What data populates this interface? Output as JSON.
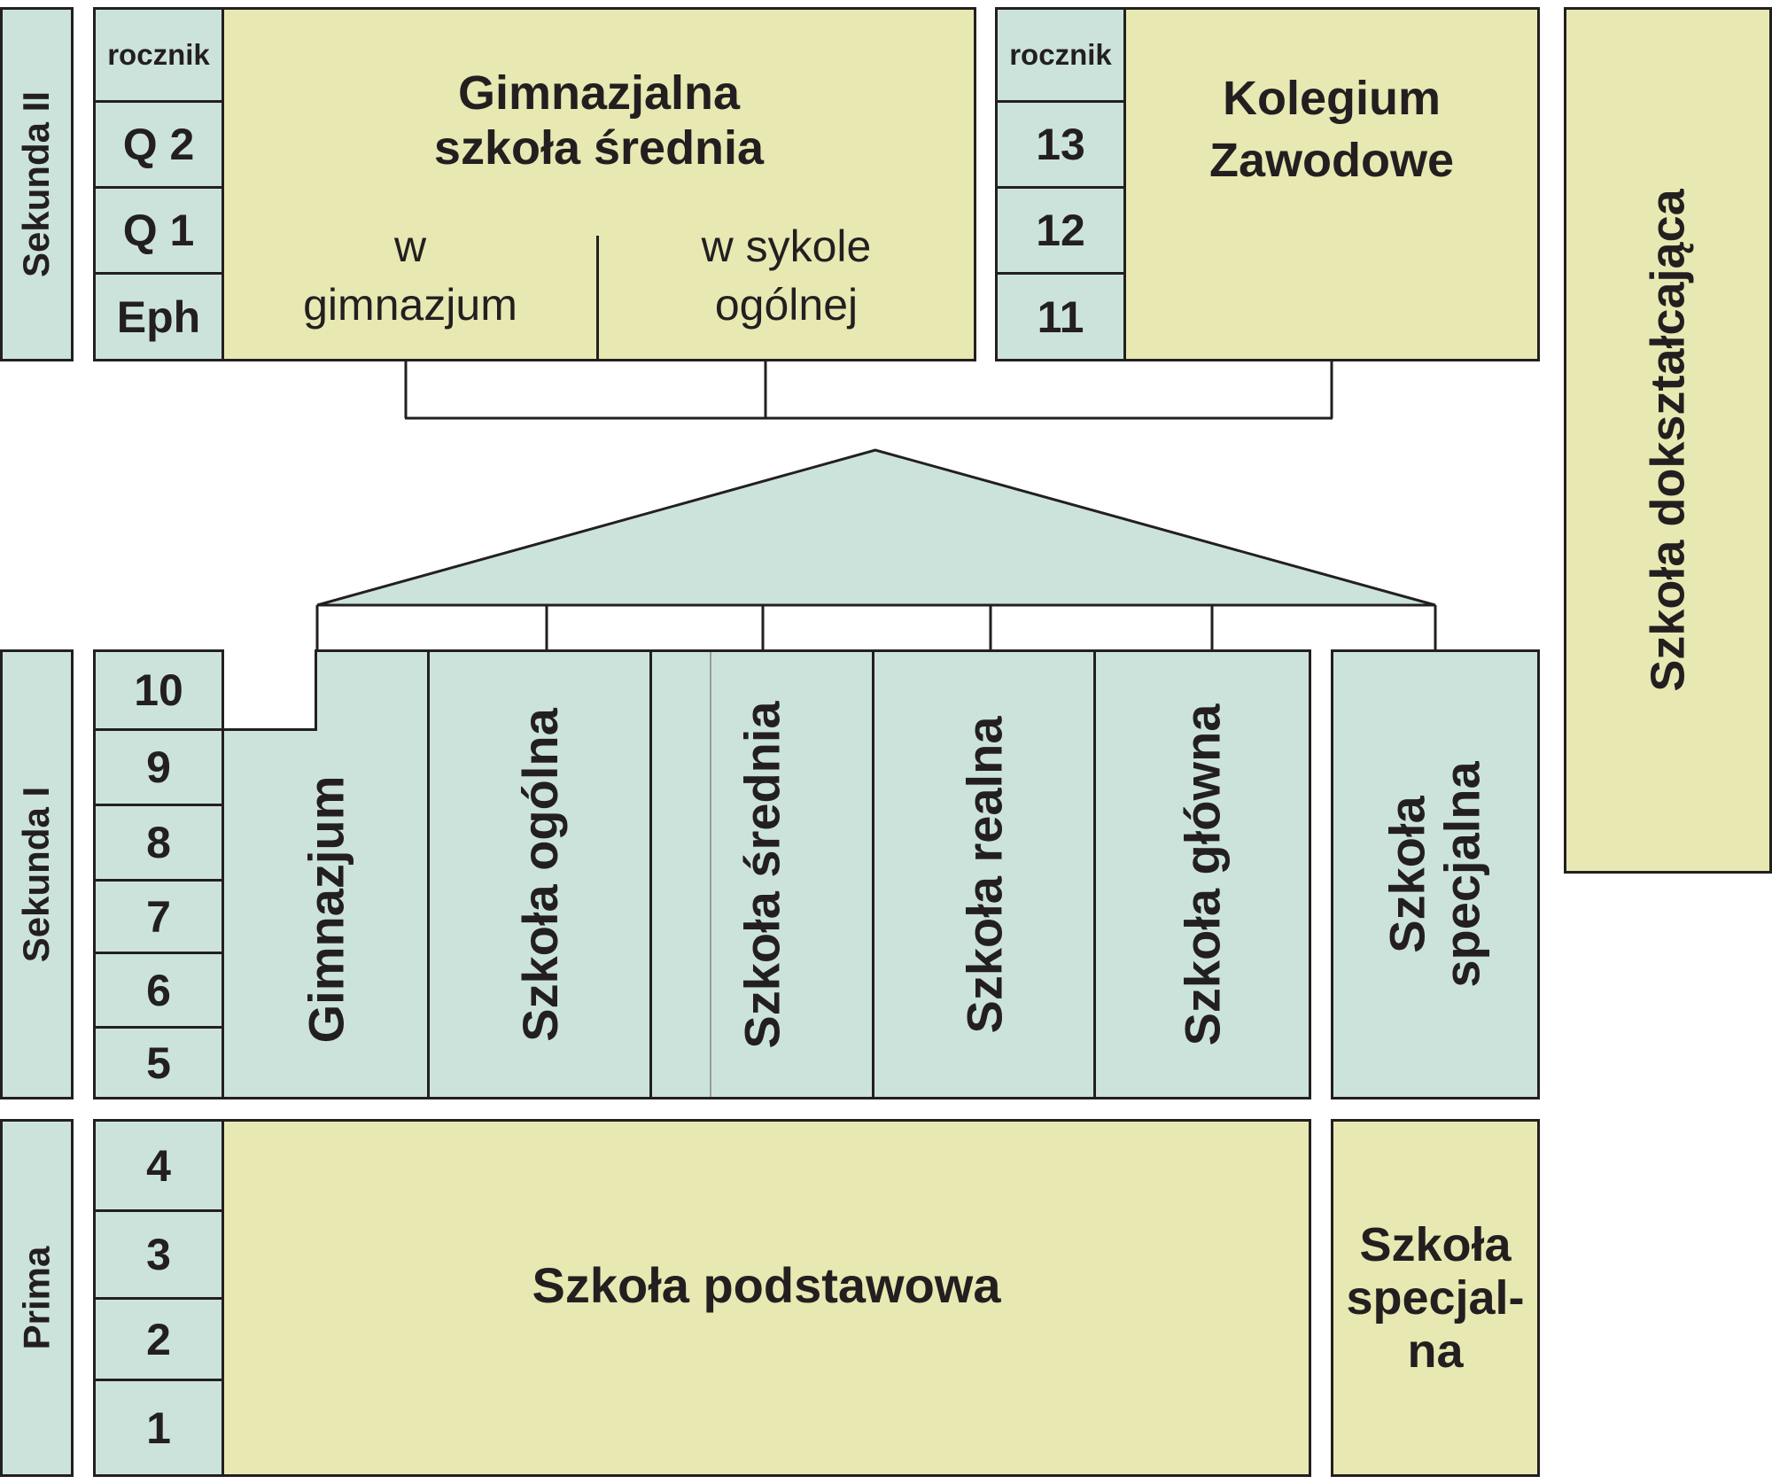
{
  "colors": {
    "yellow": "#e8e8b2",
    "green": "#cce3dc",
    "line": "#231f20"
  },
  "stages": {
    "sekunda2": "Sekunda II",
    "sekunda1": "Sekunda I",
    "prima": "Prima"
  },
  "gym_upper": {
    "rocznik": "rocznik",
    "years": [
      "Q 2",
      "Q 1",
      "Eph"
    ],
    "title_line1": "Gimnazjalna",
    "title_line2": "szkoła średnia",
    "left_line1": "w",
    "left_line2": "gimnazjum",
    "right_line1": "w sykole",
    "right_line2": "ogólnej"
  },
  "kolegium": {
    "rocznik": "rocznik",
    "years": [
      "13",
      "12",
      "11"
    ],
    "title_line1": "Kolegium",
    "title_line2": "Zawodowe"
  },
  "doksztalcajaca": "Szkoła dokształcająca",
  "sekunda1_years": [
    "10",
    "9",
    "8",
    "7",
    "6",
    "5"
  ],
  "sekunda1_schools": [
    "Gimnazjum",
    "Szkoła ogólna",
    "Szkoła średnia",
    "Szkoła realna",
    "Szkoła główna"
  ],
  "specjalna_upper": {
    "line1": "Szkoła",
    "line2": "specjalna"
  },
  "prima_years": [
    "4",
    "3",
    "2",
    "1"
  ],
  "podstawowa": "Szkoła podstawowa",
  "specjalna_lower": {
    "line1": "Szkoła",
    "line2": "specjal-",
    "line3": "na"
  }
}
